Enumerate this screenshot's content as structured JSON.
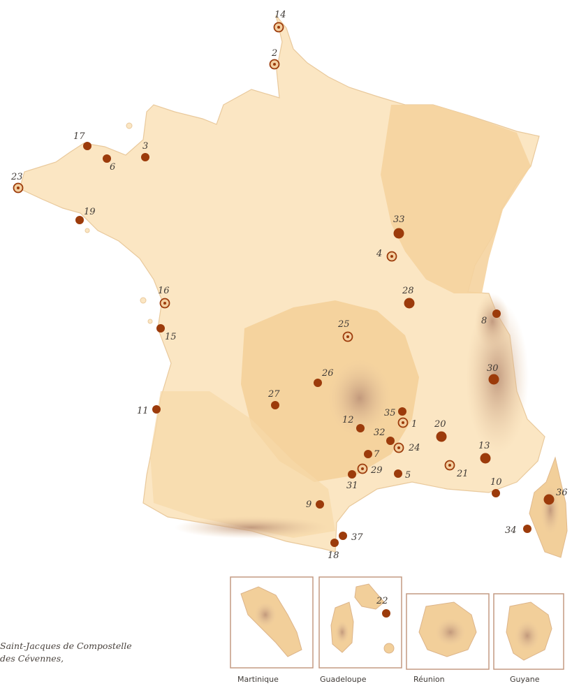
{
  "colors": {
    "land_light": "#fbe6c3",
    "land_mid": "#f6d7a4",
    "land_high": "#eec48c",
    "relief": "#cba68a",
    "marker_solid": "#9c3b0b",
    "marker_ring_fill": "#f3cfa0",
    "inset_border": "#c49a82"
  },
  "markers": [
    {
      "num": "1",
      "kind": "ring"
    },
    {
      "num": "2",
      "kind": "ring"
    },
    {
      "num": "3",
      "kind": "solid"
    },
    {
      "num": "4",
      "kind": "ring"
    },
    {
      "num": "5",
      "kind": "solid"
    },
    {
      "num": "6",
      "kind": "solid"
    },
    {
      "num": "7",
      "kind": "solid"
    },
    {
      "num": "8",
      "kind": "solid"
    },
    {
      "num": "9",
      "kind": "solid"
    },
    {
      "num": "10",
      "kind": "solid"
    },
    {
      "num": "11",
      "kind": "solid"
    },
    {
      "num": "12",
      "kind": "solid"
    },
    {
      "num": "13",
      "kind": "solid"
    },
    {
      "num": "14",
      "kind": "ring"
    },
    {
      "num": "15",
      "kind": "solid"
    },
    {
      "num": "16",
      "kind": "ring"
    },
    {
      "num": "17",
      "kind": "solid"
    },
    {
      "num": "18",
      "kind": "solid"
    },
    {
      "num": "19",
      "kind": "solid"
    },
    {
      "num": "20",
      "kind": "solid"
    },
    {
      "num": "21",
      "kind": "ring"
    },
    {
      "num": "22",
      "kind": "solid"
    },
    {
      "num": "23",
      "kind": "ring"
    },
    {
      "num": "24",
      "kind": "ring"
    },
    {
      "num": "25",
      "kind": "ring"
    },
    {
      "num": "26",
      "kind": "solid"
    },
    {
      "num": "27",
      "kind": "solid"
    },
    {
      "num": "28",
      "kind": "solid"
    },
    {
      "num": "29",
      "kind": "ring"
    },
    {
      "num": "30",
      "kind": "solid"
    },
    {
      "num": "31",
      "kind": "solid"
    },
    {
      "num": "32",
      "kind": "solid"
    },
    {
      "num": "33",
      "kind": "solid"
    },
    {
      "num": "34",
      "kind": "solid"
    },
    {
      "num": "35",
      "kind": "solid"
    },
    {
      "num": "36",
      "kind": "solid"
    },
    {
      "num": "37",
      "kind": "solid"
    }
  ],
  "insets": [
    {
      "label": "Martinique"
    },
    {
      "label": "Guadeloupe"
    },
    {
      "label": "Réunion"
    },
    {
      "label": "Guyane"
    }
  ],
  "legend": {
    "line1": "Saint-Jacques de Compostelle",
    "line2": "des Cévennes,"
  }
}
